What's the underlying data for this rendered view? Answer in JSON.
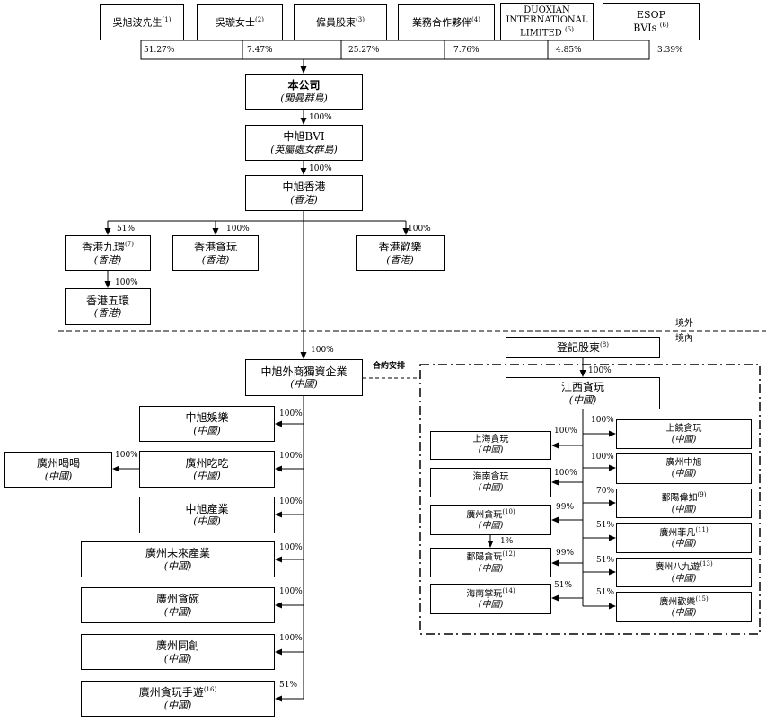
{
  "shareholders": [
    {
      "name": "吳旭波先生",
      "note": "(1)",
      "pct": "51.27%"
    },
    {
      "name": "吳璇女士",
      "note": "(2)",
      "pct": "7.47%"
    },
    {
      "name": "僱員股東",
      "note": "(3)",
      "pct": "25.27%"
    },
    {
      "name": "業務合作夥伴",
      "note": "(4)",
      "pct": "7.76%"
    },
    {
      "name": "DUOXIAN INTERNATIONAL LIMITED",
      "note": "(5)",
      "pct": "4.85%"
    },
    {
      "name": "ESOP BVIs",
      "note": "(6)",
      "pct": "3.39%"
    }
  ],
  "company": {
    "name": "本公司",
    "sub": "(開曼群島)"
  },
  "bvi": {
    "name": "中旭BVI",
    "sub": "(英屬處女群島)",
    "pct": "100%"
  },
  "hk": {
    "name": "中旭香港",
    "sub": "(香港)",
    "pct": "100%"
  },
  "hk_subs": [
    {
      "name": "香港九環",
      "note": "(7)",
      "sub": "(香港)",
      "pct": "51%"
    },
    {
      "name": "香港貪玩",
      "sub": "(香港)",
      "pct": "100%"
    },
    {
      "name": "香港歡樂",
      "sub": "(香港)",
      "pct": "100%"
    }
  ],
  "hk_five": {
    "name": "香港五環",
    "sub": "(香港)",
    "pct": "100%"
  },
  "boundary": {
    "outside": "境外",
    "inside": "境內"
  },
  "wfoe": {
    "name": "中旭外商獨資企業",
    "sub": "(中國)",
    "pct": "100%"
  },
  "contract_label": "合約安排",
  "wfoe_subs": [
    {
      "name": "中旭娛樂",
      "sub": "(中國)",
      "pct": "100%"
    },
    {
      "name": "廣州吃吃",
      "sub": "(中國)",
      "pct": "100%"
    },
    {
      "name": "中旭產業",
      "sub": "(中國)",
      "pct": "100%"
    },
    {
      "name": "廣州未來產業",
      "sub": "(中國)",
      "pct": "100%"
    },
    {
      "name": "廣州貪碗",
      "sub": "(中國)",
      "pct": "100%"
    },
    {
      "name": "廣州同創",
      "sub": "(中國)",
      "pct": "100%"
    },
    {
      "name": "廣州貪玩手遊",
      "note": "(16)",
      "sub": "(中國)",
      "pct": "51%"
    }
  ],
  "hehe": {
    "name": "廣州喝喝",
    "sub": "(中國)",
    "pct": "100%"
  },
  "registered": {
    "name": "登記股東",
    "note": "(8)"
  },
  "jx": {
    "name": "江西貪玩",
    "sub": "(中國)",
    "pct": "100%"
  },
  "vie_left": [
    {
      "name": "上海貪玩",
      "sub": "(中國)",
      "pct": "100%"
    },
    {
      "name": "海南貪玩",
      "sub": "(中國)",
      "pct": "100%"
    },
    {
      "name": "廣州貪玩",
      "note": "(10)",
      "sub": "(中國)",
      "pct": "99%"
    },
    {
      "name": "鄱陽貪玩",
      "note": "(12)",
      "sub": "(中國)",
      "pct": "99%"
    },
    {
      "name": "海南掌玩",
      "note": "(14)",
      "sub": "(中國)",
      "pct": "51%"
    }
  ],
  "gz_to_py_pct": "1%",
  "vie_right": [
    {
      "name": "上饒貪玩",
      "sub": "(中國)",
      "pct": "100%"
    },
    {
      "name": "廣州中旭",
      "sub": "(中國)",
      "pct": "100%"
    },
    {
      "name": "鄱陽偉如",
      "note": "(9)",
      "sub": "(中國)",
      "pct": "70%"
    },
    {
      "name": "廣州菲凡",
      "note": "(11)",
      "sub": "(中國)",
      "pct": "51%"
    },
    {
      "name": "廣州八九遊",
      "note": "(13)",
      "sub": "(中國)",
      "pct": "51%"
    },
    {
      "name": "廣州歡樂",
      "note": "(15)",
      "sub": "(中國)",
      "pct": "51%"
    }
  ]
}
